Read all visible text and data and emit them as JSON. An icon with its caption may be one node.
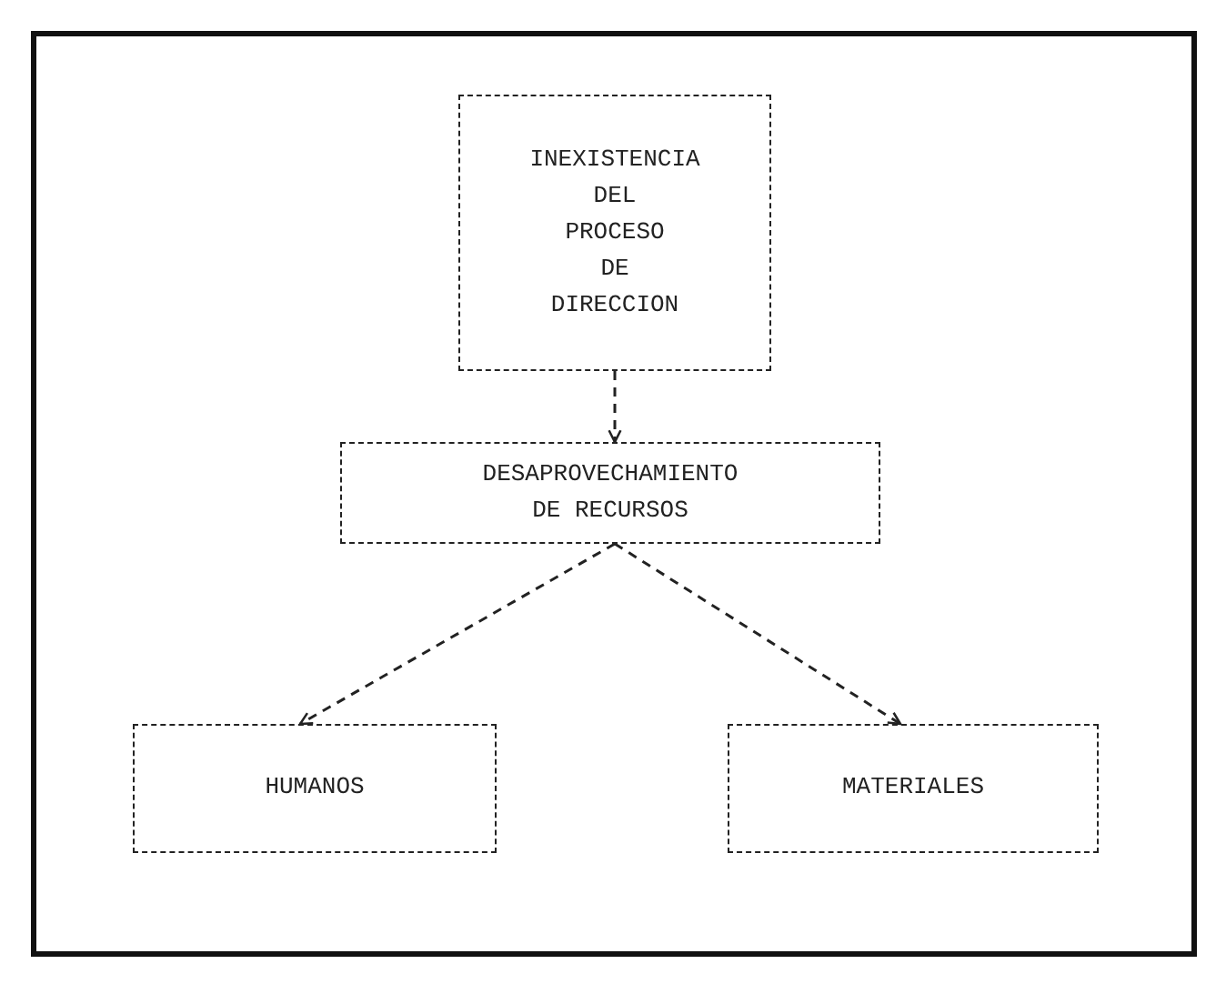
{
  "diagram": {
    "nodes": [
      {
        "text": [
          "INEXISTENCIA DEL PROCESO DE DIRECCION"
        ]
      },
      {
        "text": [
          "DESAPROVECHAMIENTO DE RECURSOS"
        ]
      },
      {
        "text": [
          "HUMANOS"
        ]
      },
      {
        "text": [
          "MATERIALES"
        ]
      }
    ],
    "edges": [
      {
        "from": 0,
        "to": 1,
        "arrow": "to",
        "style": "dashed"
      },
      {
        "from": 1,
        "to": 2,
        "arrow": "to",
        "style": "dashed"
      },
      {
        "from": 1,
        "to": 3,
        "arrow": "to",
        "style": "dashed"
      }
    ]
  }
}
